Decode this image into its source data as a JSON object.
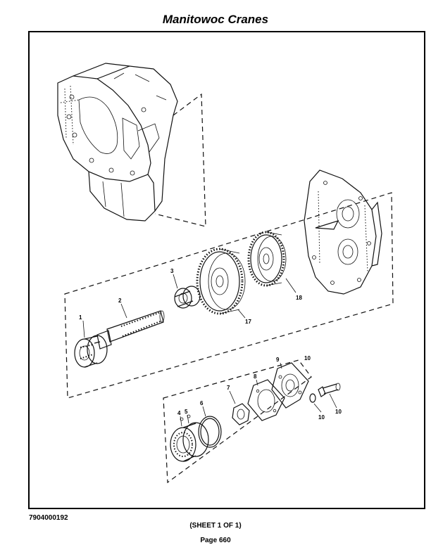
{
  "header": {
    "title": "Manitowoc Cranes"
  },
  "footer": {
    "doc_number": "7904000192",
    "sheet": "(SHEET 1 OF 1)",
    "page": "Page 660"
  },
  "callouts": {
    "c1": "1",
    "c2": "2",
    "c3": "3",
    "c17": "17",
    "c18": "18",
    "c4a": "4",
    "c5a": "5",
    "c6a": "6",
    "c7a": "7",
    "c8": "8",
    "c9": "9",
    "c10a": "10",
    "c10b": "10",
    "c10c": "10"
  }
}
